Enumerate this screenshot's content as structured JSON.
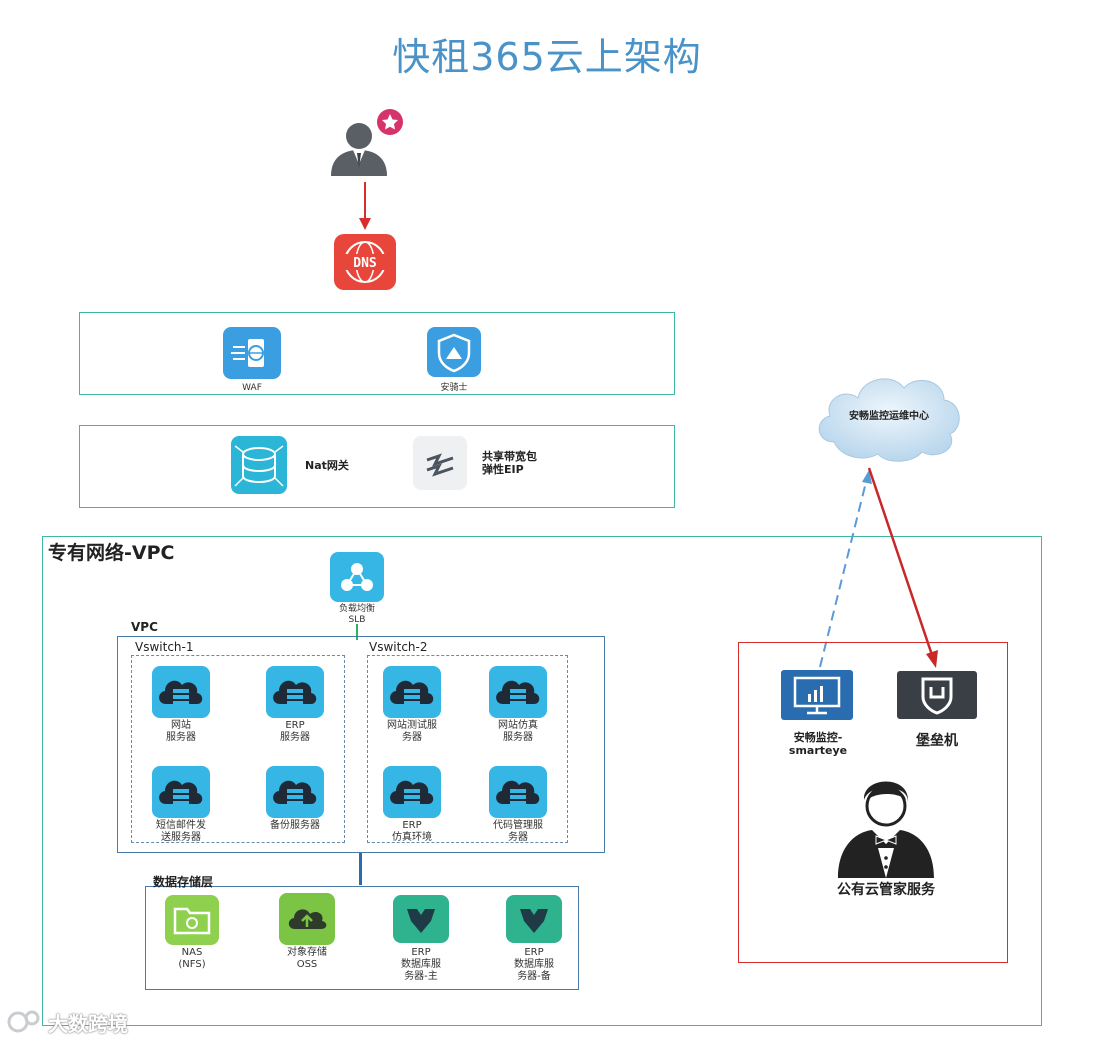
{
  "title": "快租365云上架构",
  "security": {
    "waf": "WAF",
    "anqishi": "安骑士"
  },
  "network": {
    "nat": "Nat网关",
    "eip": "共享带宽包\n弹性EIP"
  },
  "vpc_outer": {
    "title": "专有网络-VPC",
    "slb": "负载均衡\nSLB"
  },
  "vpc_inner": {
    "title": "VPC"
  },
  "vswitch1": {
    "title": "Vswitch-1",
    "servers": [
      "网站\n服务器",
      "ERP\n服务器",
      "短信邮件发\n送服务器",
      "备份服务器"
    ]
  },
  "vswitch2": {
    "title": "Vswitch-2",
    "servers": [
      "网站测试服\n务器",
      "网站仿真\n服务器",
      "ERP\n仿真环境",
      "代码管理服\n务器"
    ]
  },
  "storage": {
    "title": "数据存储层",
    "items": [
      "NAS\n(NFS)",
      "对象存储\nOSS",
      "ERP\n数据库服\n务器-主",
      "ERP\n数据库服\n务器-备"
    ]
  },
  "ops": {
    "cloud": "安畅监控运维中心",
    "monitor": "安畅监控-\nsmarteye",
    "bastion": "堡垒机",
    "steward": "公有云管家服务"
  },
  "watermark": "大数跨境",
  "colors": {
    "title": "#4a93c8",
    "teal_border": "#3fb8a3",
    "tile_blue": "#35b6e4",
    "red": "#d62e2e",
    "dashed_blue": "#5b9bd5"
  }
}
